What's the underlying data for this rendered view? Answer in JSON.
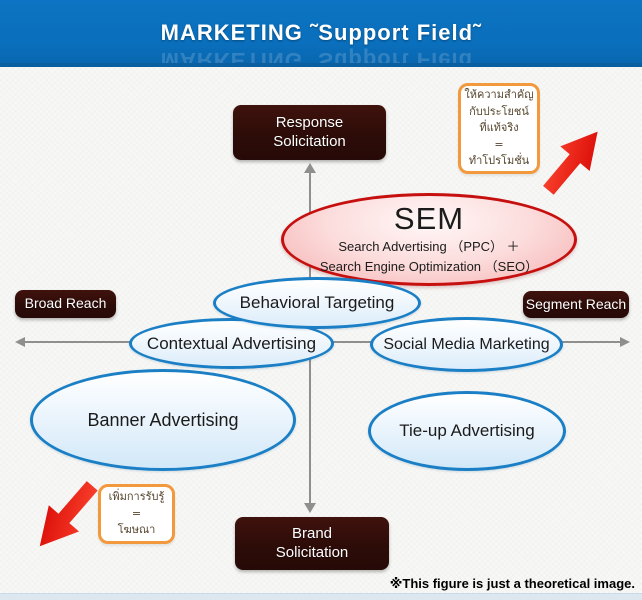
{
  "header": {
    "title": "MARKETING ˜Support Field˜"
  },
  "quadrant": {
    "top": {
      "line1": "Response",
      "line2": "Solicitation"
    },
    "bottom": {
      "line1": "Brand",
      "line2": "Solicitation"
    },
    "left": "Broad Reach",
    "right": "Segment Reach"
  },
  "ellipses": {
    "sem": {
      "title": "SEM",
      "subtitle1": "Search Advertising （PPC） ＋",
      "subtitle2": "Search Engine Optimization （SEO）"
    },
    "behavioral": {
      "label": "Behavioral Targeting"
    },
    "contextual": {
      "label": "Contextual Advertising"
    },
    "social": {
      "label": "Social Media Marketing"
    },
    "banner": {
      "label": "Banner Advertising"
    },
    "tieup": {
      "label": "Tie-up Advertising"
    }
  },
  "callouts": {
    "top_right": {
      "lines": [
        "ให้ความสำคัญ",
        "กับประโยชน์",
        "ที่แท้จริง",
        "=",
        "ทำโปรโมชั่น"
      ]
    },
    "bottom_left": {
      "lines": [
        "เพิ่มการรับรู้",
        "=",
        "โฆษณา"
      ]
    }
  },
  "footer": {
    "note": "※This figure is just a theoretical image."
  },
  "colors": {
    "header_blue": "#0a6fbc",
    "dark_box": "#2d0c08",
    "ellipse_blue_border": "#1b7fc6",
    "sem_red_border": "#c60f0f",
    "callout_orange_border": "#f2993d",
    "arrow_red": "#e31010",
    "axis_gray": "#8f8f8f"
  }
}
